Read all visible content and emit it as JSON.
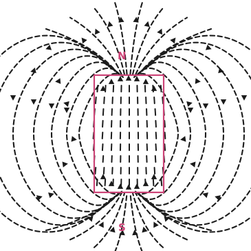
{
  "labels": {
    "north": "N",
    "south": "S"
  },
  "colors": {
    "magnet": "#cc4477",
    "label": "#cc4477",
    "field": "#1c1c1c"
  },
  "field_direction": "out-of-N-into-S"
}
